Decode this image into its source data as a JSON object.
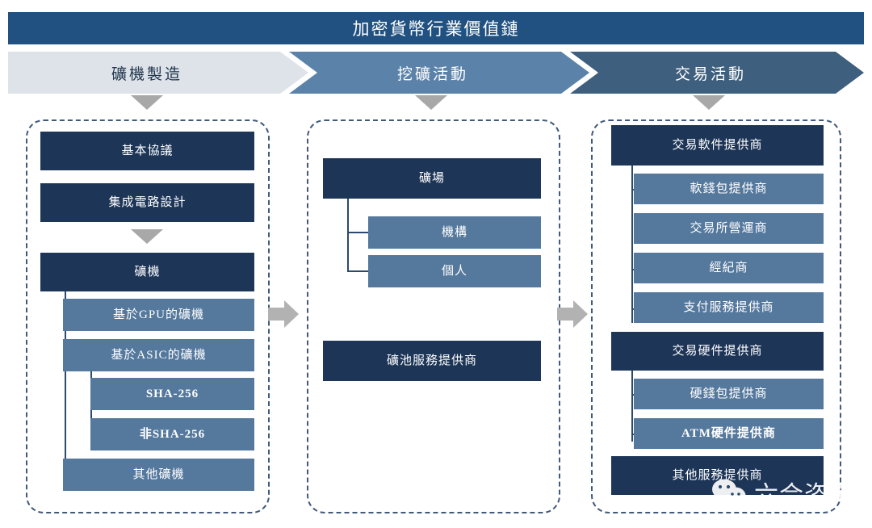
{
  "title": "加密貨幣行業價值鏈",
  "stages": [
    {
      "label": "礦機製造"
    },
    {
      "label": "挖礦活動"
    },
    {
      "label": "交易活動"
    }
  ],
  "colors": {
    "title_bar": "#215180",
    "stage1": "#dee3e9",
    "stage2": "#5b82a8",
    "stage3": "#3f5f7e",
    "node_dark": "#1d3557",
    "node_mid": "#55789d",
    "dashed_border": "#41597a",
    "arrow_gray": "#b2b2b2"
  },
  "columns": [
    {
      "name": "礦機製造",
      "nodes": [
        {
          "label": "基本協議",
          "level": "dark"
        },
        {
          "label": "集成電路設計",
          "level": "dark"
        },
        {
          "label": "礦機",
          "level": "dark"
        },
        {
          "label": "基於GPU的礦機",
          "level": "mid"
        },
        {
          "label": "基於ASIC的礦機",
          "level": "mid"
        },
        {
          "label": "SHA-256",
          "level": "mid"
        },
        {
          "label": "非SHA-256",
          "level": "mid"
        },
        {
          "label": "其他礦機",
          "level": "mid"
        }
      ]
    },
    {
      "name": "挖礦活動",
      "nodes": [
        {
          "label": "礦場",
          "level": "dark"
        },
        {
          "label": "機構",
          "level": "mid"
        },
        {
          "label": "個人",
          "level": "mid"
        },
        {
          "label": "礦池服務提供商",
          "level": "dark"
        }
      ]
    },
    {
      "name": "交易活動",
      "nodes": [
        {
          "label": "交易軟件提供商",
          "level": "dark"
        },
        {
          "label": "軟錢包提供商",
          "level": "mid"
        },
        {
          "label": "交易所營運商",
          "level": "mid"
        },
        {
          "label": "經紀商",
          "level": "mid"
        },
        {
          "label": "支付服務提供商",
          "level": "mid"
        },
        {
          "label": "交易硬件提供商",
          "level": "dark"
        },
        {
          "label": "硬錢包提供商",
          "level": "mid"
        },
        {
          "label": "ATM硬件提供商",
          "level": "mid"
        },
        {
          "label": "其他服務提供商",
          "level": "dark"
        }
      ]
    }
  ],
  "watermark": {
    "text": "六合咨询",
    "icon": "wechat-icon"
  }
}
